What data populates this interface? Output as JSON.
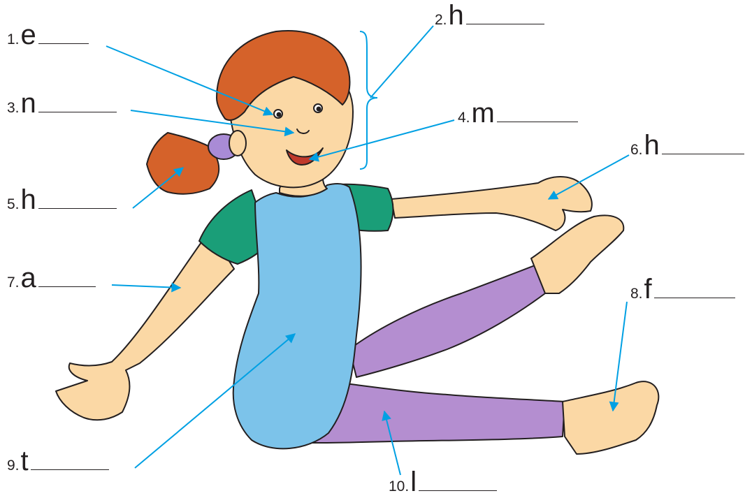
{
  "colors": {
    "line": "#00a0e3",
    "skin": "#fbd8a5",
    "hair": "#d5622a",
    "shirt": "#1a9e78",
    "leotard": "#7cc3ea",
    "tights": "#b48ed0",
    "scrunchie": "#a98bd6"
  },
  "labels": [
    {
      "number": "1.",
      "letter": "e"
    },
    {
      "number": "2.",
      "letter": "h"
    },
    {
      "number": "3.",
      "letter": "n"
    },
    {
      "number": "4.",
      "letter": "m"
    },
    {
      "number": "5.",
      "letter": "h"
    },
    {
      "number": "6.",
      "letter": "h"
    },
    {
      "number": "7.",
      "letter": "a"
    },
    {
      "number": "8.",
      "letter": "f"
    },
    {
      "number": "9.",
      "letter": "t"
    },
    {
      "number": "10.",
      "letter": "l"
    }
  ]
}
